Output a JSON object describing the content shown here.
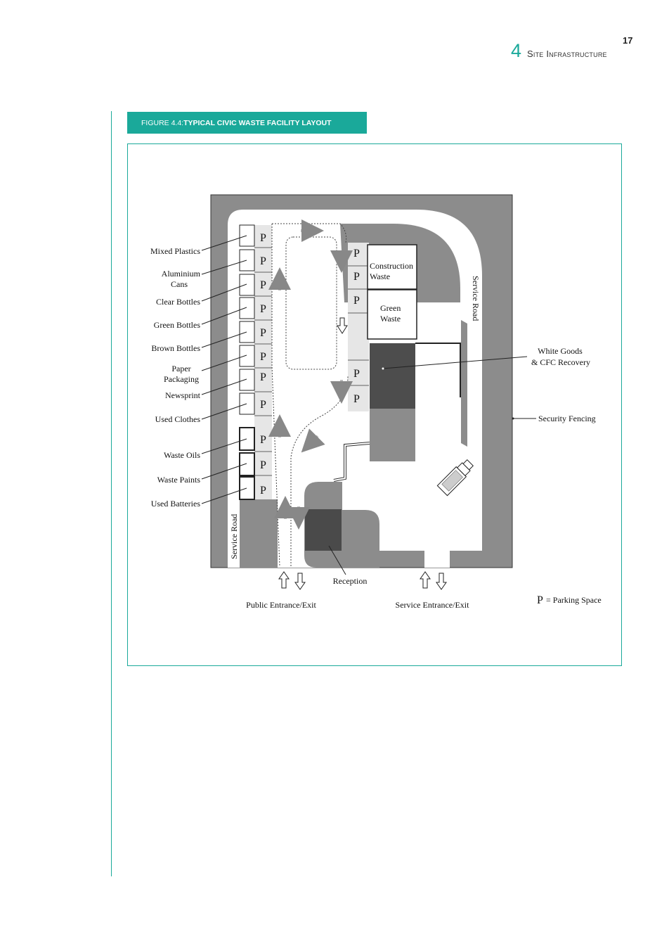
{
  "header": {
    "page_number": "17",
    "chapter_number": "4",
    "chapter_title": "Site Infrastructure"
  },
  "figure": {
    "caption_prefix": "FIGURE 4.4: ",
    "caption_title": "TYPICAL CIVIC WASTE FACILITY LAYOUT"
  },
  "diagram": {
    "left_labels": {
      "mixed_plastics": "Mixed Plastics",
      "aluminium_cans_1": "Aluminium",
      "aluminium_cans_2": "Cans",
      "clear_bottles": "Clear Bottles",
      "green_bottles": "Green Bottles",
      "brown_bottles": "Brown Bottles",
      "paper_packaging_1": "Paper",
      "paper_packaging_2": "Packaging",
      "newsprint": "Newsprint",
      "used_clothes": "Used Clothes",
      "waste_oils": "Waste Oils",
      "waste_paints": "Waste Paints",
      "used_batteries": "Used Batteries"
    },
    "parking_letter": "P",
    "construction_waste_1": "Construction",
    "construction_waste_2": "Waste",
    "green_waste_1": "Green",
    "green_waste_2": "Waste",
    "service_road": "Service Road",
    "white_goods_1": "White Goods",
    "white_goods_2": "& CFC Recovery",
    "security_fencing": "Security Fencing",
    "reception": "Reception",
    "public_entrance": "Public Entrance/Exit",
    "service_entrance": "Service Entrance/Exit",
    "legend_p": "P",
    "legend_text": "= Parking Space"
  }
}
